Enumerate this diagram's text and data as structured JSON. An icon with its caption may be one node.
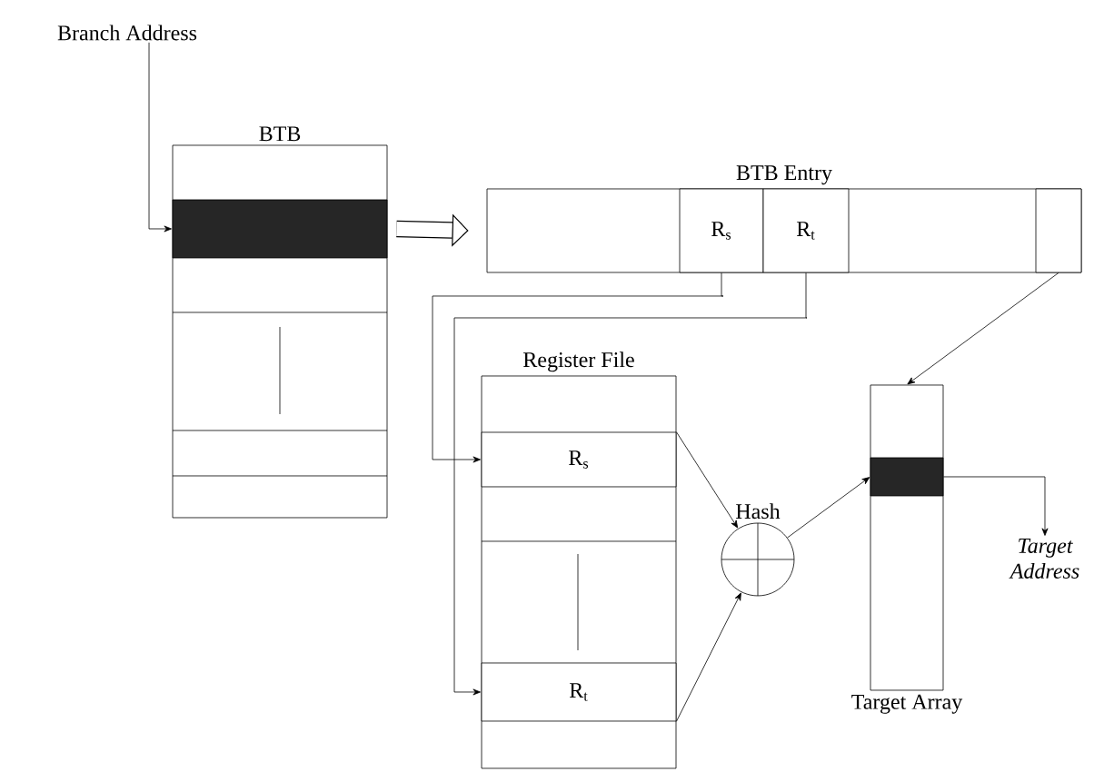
{
  "diagram": {
    "nodes": [
      {
        "text": [
          "Branch Address"
        ]
      },
      {
        "text": [
          "BTB"
        ]
      },
      {
        "text": [],
        "shape": "bar",
        "in": 1
      },
      {
        "text": [
          "BTB Entry"
        ]
      },
      {
        "text": [
          "R$_{s}$"
        ],
        "in": 3
      },
      {
        "text": [
          "R$_{t}$"
        ],
        "in": 3
      },
      {
        "text": [],
        "shape": "box",
        "in": 3
      },
      {
        "text": [
          "Register File"
        ]
      },
      {
        "text": [
          "R$_{s}$"
        ],
        "in": 7
      },
      {
        "text": [
          "R$_{t}$"
        ],
        "in": 7
      },
      {
        "text": [
          "Hash"
        ]
      },
      {
        "text": [
          "Target Array"
        ]
      },
      {
        "text": [],
        "shape": "bar",
        "in": 11
      },
      {
        "text": [
          "Target Address"
        ]
      }
    ],
    "edges": [
      {
        "from": 0,
        "to": 2,
        "arrow": "to"
      },
      {
        "from": 2,
        "to": 3,
        "arrow": "to",
        "style": "thick"
      },
      {
        "from": 4,
        "to": 8,
        "arrow": "to"
      },
      {
        "from": 5,
        "to": 9,
        "arrow": "to"
      },
      {
        "from": 6,
        "to": 11,
        "arrow": "to"
      },
      {
        "from": 8,
        "to": 10,
        "arrow": "to"
      },
      {
        "from": 9,
        "to": 10,
        "arrow": "to"
      },
      {
        "from": 10,
        "to": 12,
        "arrow": "to"
      },
      {
        "from": 12,
        "to": 13,
        "arrow": "to"
      }
    ]
  }
}
